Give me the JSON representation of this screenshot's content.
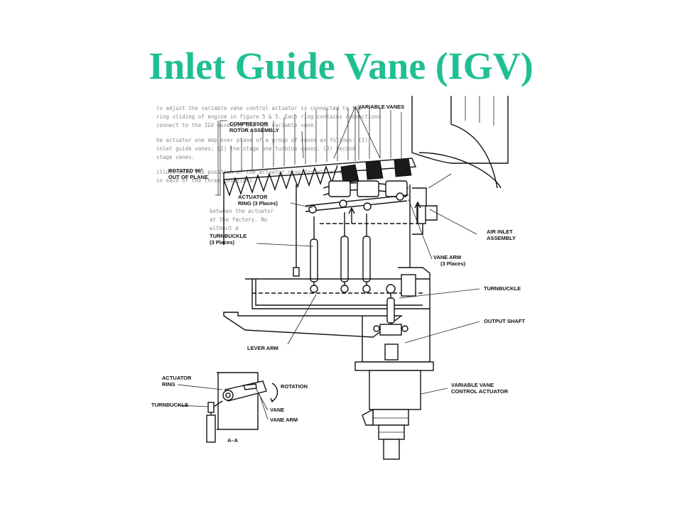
{
  "slide": {
    "title": "Inlet Guide Vane (IGV)"
  },
  "figure": {
    "labels": {
      "variable_vanes": "VARIABLE VANES",
      "compressor_rotor_1": "COMPRESSOR",
      "compressor_rotor_2": "ROTOR ASSEMBLY",
      "rotated_1": "ROTATED 90°",
      "rotated_2": "OUT OF PLANE",
      "actuator_ring_1": "ACTUATOR",
      "actuator_ring_2": "RING (3 Places)",
      "turnbuckle_3_1": "TURNBUCKLE",
      "turnbuckle_3_2": "(3 Places)",
      "air_inlet_1": "AIR INLET",
      "air_inlet_2": "ASSEMBLY",
      "vane_arm_1": "VANE ARM",
      "vane_arm_2": "(3 Places)",
      "turnbuckle": "TURNBUCKLE",
      "output_shaft": "OUTPUT SHAFT",
      "lever_arm": "LEVER ARM",
      "variable_vane_actuator_1": "VARIABLE VANE",
      "variable_vane_actuator_2": "CONTROL ACTUATOR",
      "detail_actuator_ring_1": "ACTUATOR",
      "detail_actuator_ring_2": "RING",
      "detail_rotation": "ROTATION",
      "detail_turnbuckle": "TURNBUCKLE",
      "detail_vane": "VANE",
      "detail_vane_arm": "VANE ARM",
      "section": "A–A"
    }
  }
}
